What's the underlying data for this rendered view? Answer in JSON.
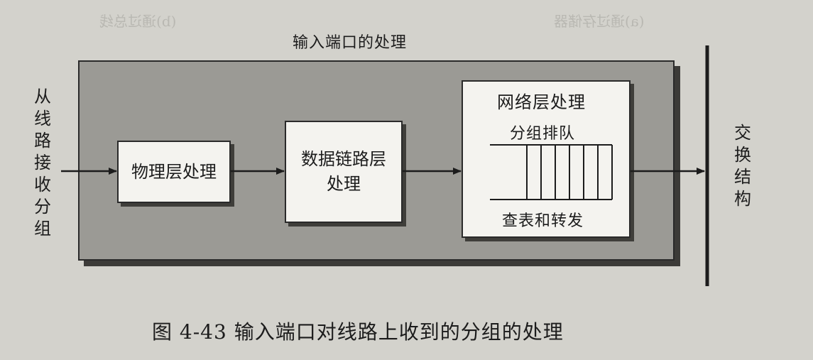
{
  "outer_title": "输入端口的处理",
  "left_label": [
    "从",
    "线",
    "路",
    "接",
    "收",
    "分",
    "组"
  ],
  "right_label": [
    "交",
    "换",
    "结",
    "构"
  ],
  "physical": "物理层处理",
  "datalink": [
    "数据链路层",
    "处理"
  ],
  "network": {
    "title": "网络层处理",
    "queue_label": "分组排队",
    "lookup_label": "查表和转发"
  },
  "caption": "图 4-43  输入端口对线路上收到的分组的处理",
  "bleed_through": [
    "(b)通过总线",
    "(a)通过存储器"
  ],
  "colors": {
    "panel": "#9b9a95",
    "box": "#f4f3ef",
    "line": "#1c1c1c"
  }
}
